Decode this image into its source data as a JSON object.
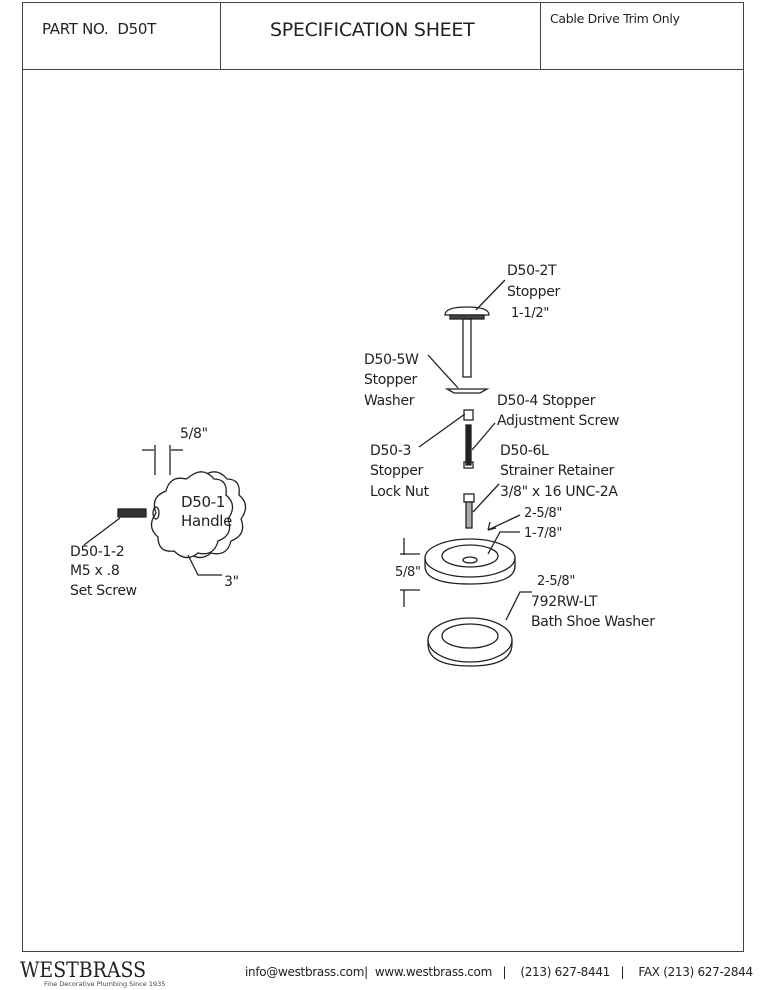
{
  "header": {
    "part_no_label": "PART NO.",
    "part_no": "D50T",
    "title": "SPECIFICATION SHEET",
    "note": "Cable Drive Trim Only"
  },
  "handle": {
    "width_dim": "5/8\"",
    "part": "D50-1",
    "name": "Handle",
    "diameter": "3\"",
    "screw_part": "D50-1-2",
    "screw_spec": "M5 x .8",
    "screw_name": "Set Screw"
  },
  "drain": {
    "stopper": {
      "part": "D50-2T",
      "name": "Stopper",
      "size": "1-1/2\""
    },
    "washer": {
      "part": "D50-5W",
      "line1": "Stopper",
      "line2": "Washer"
    },
    "adj_screw": {
      "line1": "D50-4 Stopper",
      "line2": "Adjustment Screw"
    },
    "lock_nut": {
      "part": "D50-3",
      "line1": "Stopper",
      "line2": "Lock Nut"
    },
    "retainer": {
      "part": "D50-6L",
      "name": "Strainer Retainer",
      "spec": "3/8\" x 16 UNC-2A"
    },
    "strainer": {
      "outer": "2-5/8\"",
      "inner": "1-7/8\"",
      "height": "5/8\""
    },
    "shoe_washer": {
      "size": "2-5/8\"",
      "part": "792RW-LT",
      "name": "Bath Shoe Washer"
    }
  },
  "footer": {
    "brand": "WESTBRASS",
    "tagline": "Fine Decorative Plumbing Since 1935",
    "email": "info@westbrass.com",
    "website": "www.westbrass.com",
    "phone": "(213) 627-8441",
    "fax": "FAX (213) 627-2844",
    "sep": "|"
  }
}
